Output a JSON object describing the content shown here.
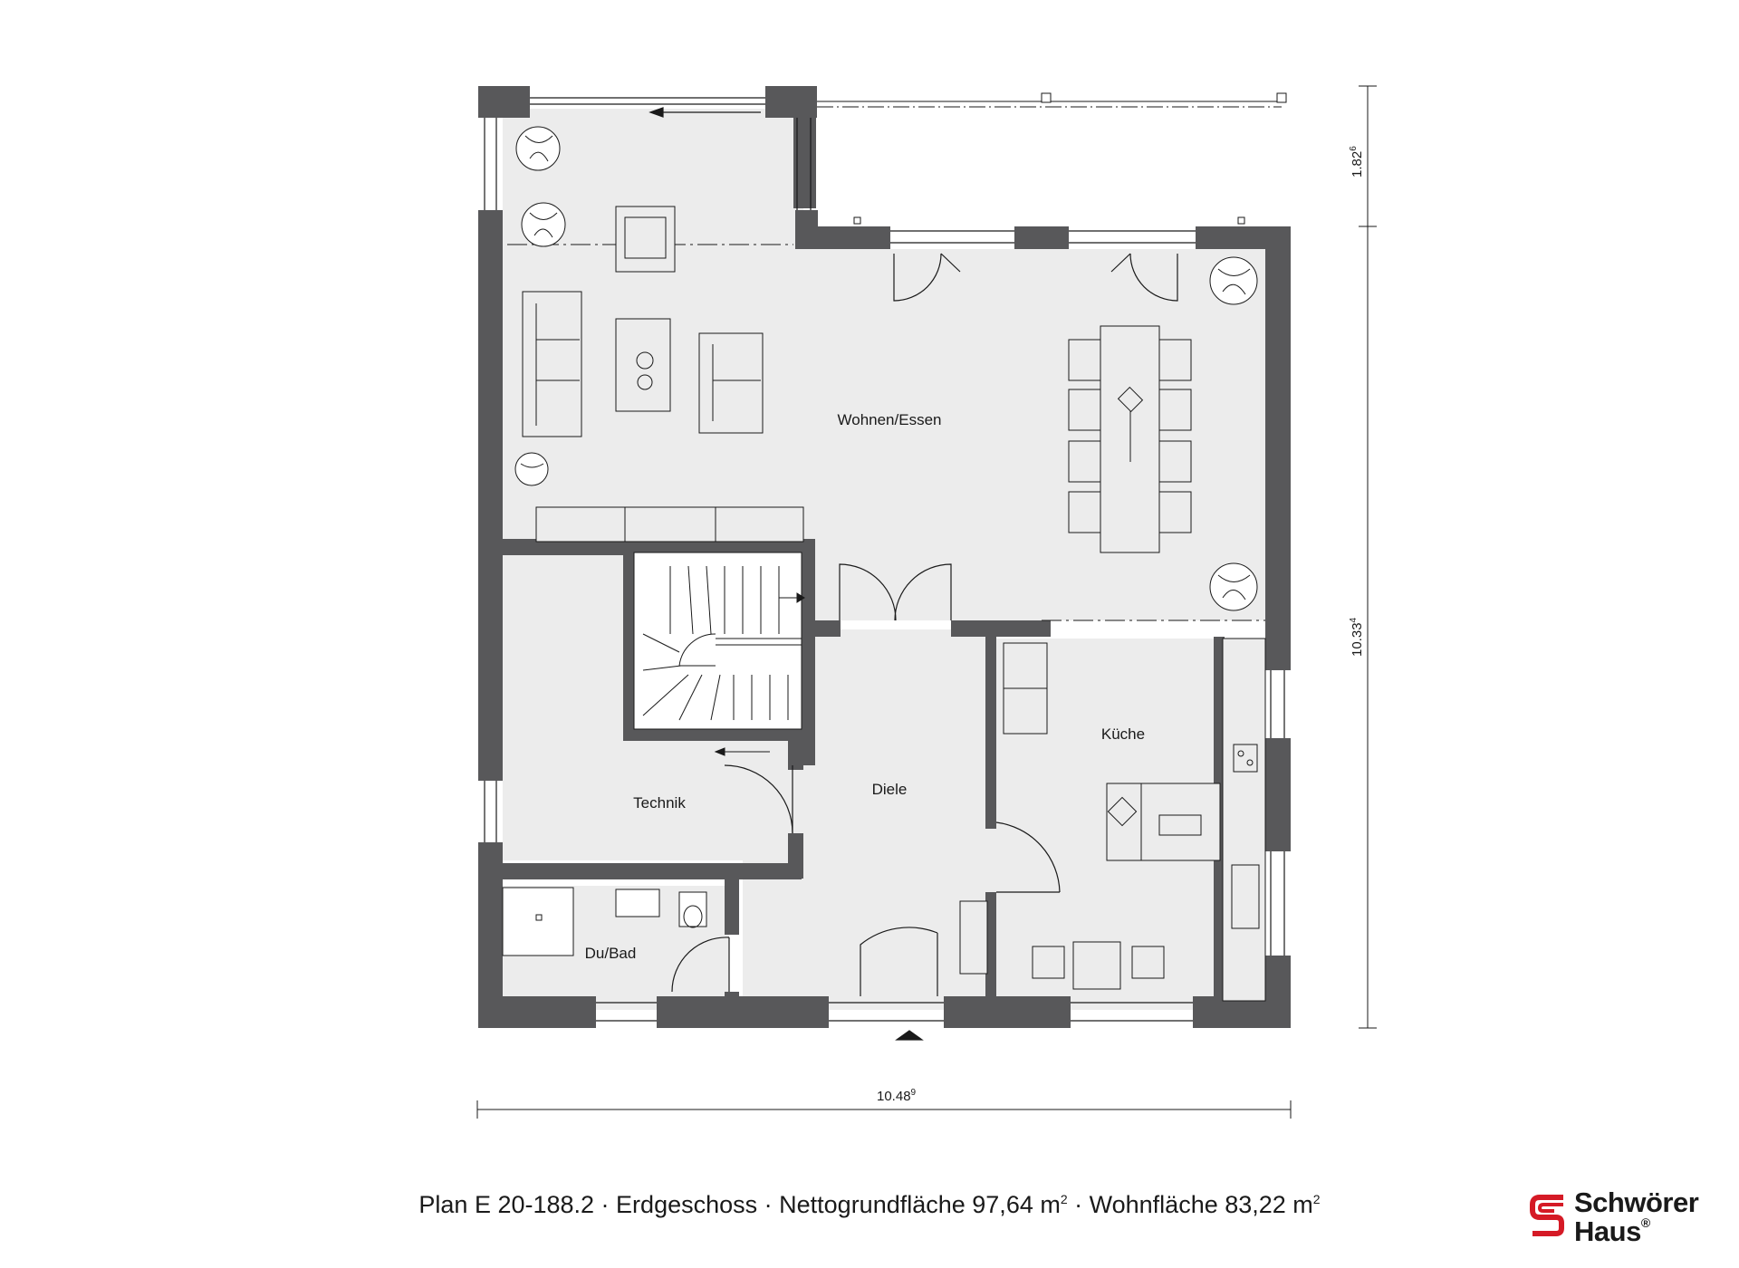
{
  "rooms": {
    "wohnen": "Wohnen/Essen",
    "kueche": "Küche",
    "technik": "Technik",
    "diele": "Diele",
    "bad": "Du/Bad"
  },
  "dimensions": {
    "width_main": "10.48",
    "width_sup": "9",
    "height_main": "10.33",
    "height_sup": "4",
    "terrace_main": "1.82",
    "terrace_sup": "6"
  },
  "caption": {
    "plan": "Plan E 20-188.2",
    "floor": "Erdgeschoss",
    "net_label": "Nettogrundfläche 97,64 m",
    "living_label": "Wohnfläche 83,22 m",
    "sep": " · ",
    "sq": "2"
  },
  "logo": {
    "line1": "Schwörer",
    "line2": "Haus",
    "reg": "®",
    "icon": "schwoerer-s-logo-icon"
  },
  "colors": {
    "wall": "#58585a",
    "floor": "#ececec",
    "line": "#1a1a1a",
    "logo_red": "#d51a26"
  }
}
